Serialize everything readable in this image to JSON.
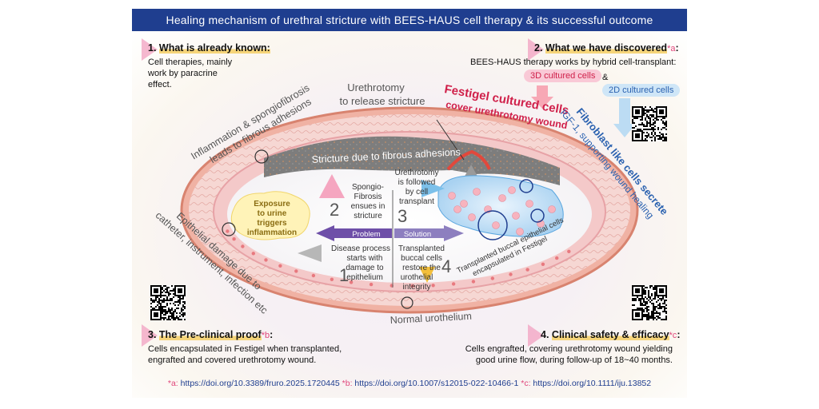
{
  "title": "Healing mechanism of urethral stricture with BEES-HAUS cell therapy & its successful outcome",
  "sections": {
    "known": {
      "number": "1.",
      "heading": "What is already known:",
      "body": [
        "Cell therapies, mainly",
        "work by paracrine",
        "effect."
      ]
    },
    "discovered": {
      "number": "2.",
      "heading": "What we have discovered",
      "mark": "*a",
      "colon": ":",
      "body": "BEES-HAUS therapy works by hybrid cell-transplant:",
      "pill_3d": "3D cultured cells",
      "amp": "&",
      "pill_2d": "2D cultured cells"
    },
    "preclinical": {
      "number": "3.",
      "heading": "The Pre-clinical proof",
      "mark": "*b",
      "colon": ":",
      "body": [
        "Cells encapsulated in Festigel when transplanted,",
        "engrafted and covered urethrotomy wound."
      ]
    },
    "clinical": {
      "number": "4.",
      "heading": "Clinical safety & efficacy",
      "mark": "*c",
      "colon": ":",
      "body": [
        "Cells engrafted, covering urethrotomy wound yielding",
        "good urine flow, during follow-up of 18~40 months."
      ]
    }
  },
  "diagram": {
    "urethrotomy_label": [
      "Urethrotomy",
      "to release stricture"
    ],
    "festigel_label": [
      "Festigel cultured cells",
      "cover urethrotomy wound"
    ],
    "inflammation_label": [
      "Inflammation & spongiofibrosis",
      "leads to fibrous adhesions"
    ],
    "fibroblast_label": [
      "Fibroblast like cells secrete",
      "IGF-1, supporting wound healing"
    ],
    "stricture_label": "Stricture due to fibrous adhesions",
    "epithelial_damage_label": [
      "Epithelial damage due to",
      "catheter, instrument, infection etc"
    ],
    "exposure_label": [
      "Exposure",
      "to urine",
      "triggers",
      "inflammation"
    ],
    "step1_number": "1",
    "step1_text": [
      "Disease process",
      "starts with",
      "damage to",
      "epithelium"
    ],
    "step2_number": "2",
    "step2_text": [
      "Spongio-",
      "Fibrosis",
      "ensues in",
      "stricture"
    ],
    "step3_number": "3",
    "step3_text": [
      "Urethrotomy",
      "is followed",
      "by cell",
      "transplant"
    ],
    "step4_number": "4",
    "step4_text": [
      "Transplanted",
      "buccal cells",
      "restore the",
      "urothelial",
      "integrity"
    ],
    "problem_label": "Problem",
    "solution_label": "Solution",
    "transplanted_label": [
      "Transplanted buccal epithelial cells",
      "encapsulated in Festigel"
    ],
    "normal_label": "Normal urothelium"
  },
  "references": {
    "a_mark": "*a:",
    "a_url": "https://doi.org/10.3389/fruro.2025.1720445",
    "b_mark": "*b:",
    "b_url": "https://doi.org/10.1007/s12015-022-10466-1",
    "c_mark": "*c:",
    "c_url": "https://doi.org/10.1111/iju.13852"
  },
  "colors": {
    "title_bar": "#1f3e8f",
    "festigel_red": "#d0204a",
    "fibroblast_blue": "#2b62b0",
    "problem_purple": "#6e4fa8",
    "mark_pink": "#e0457a"
  },
  "icons": [
    "qr-code-icon",
    "pink-triangle-marker-icon",
    "arrow-down-icon"
  ]
}
